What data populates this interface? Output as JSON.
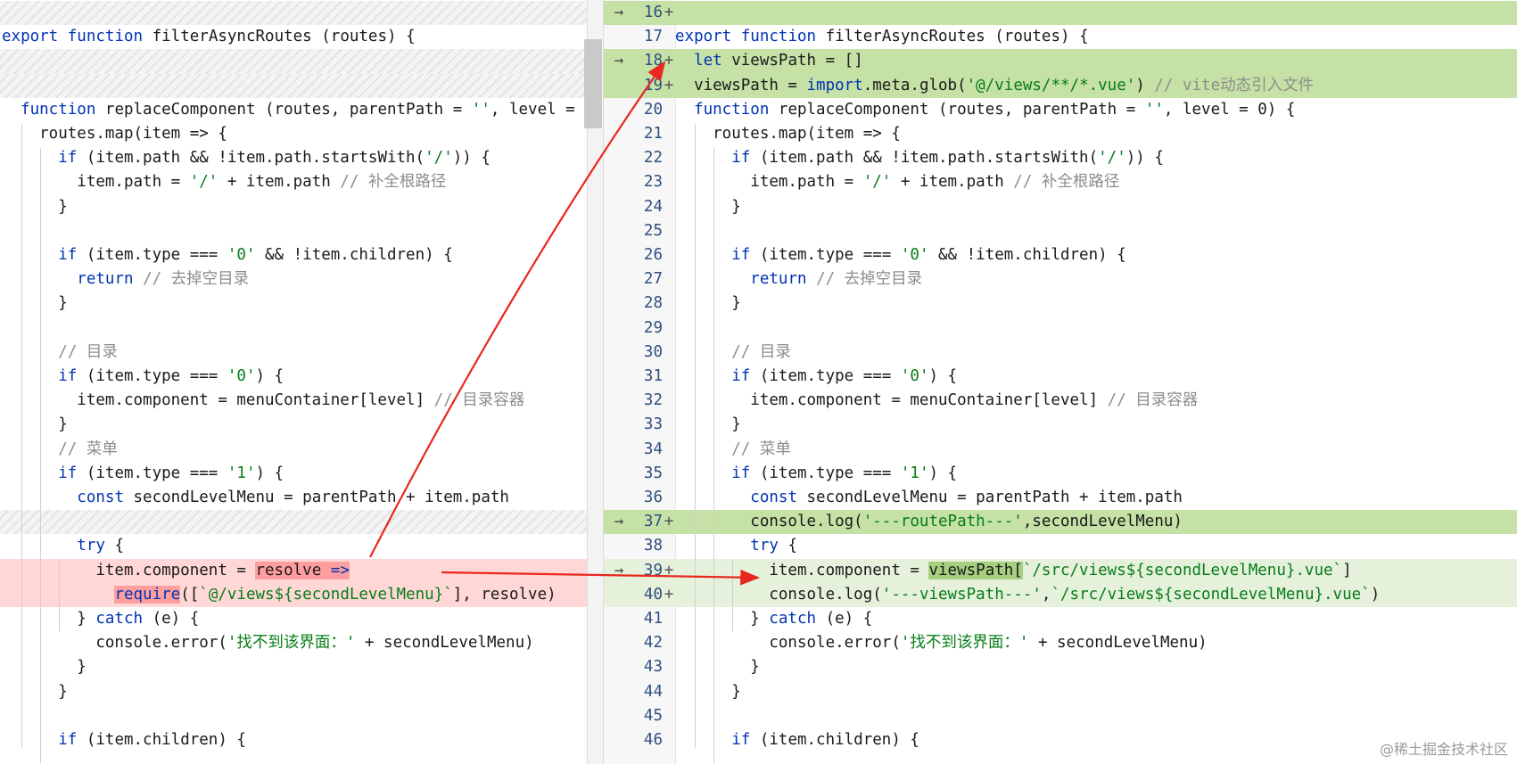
{
  "left": {
    "lines": [
      {
        "kind": "hatch",
        "code": ""
      },
      {
        "kind": "plain",
        "code": "export function filterAsyncRoutes (routes) {"
      },
      {
        "kind": "hatch",
        "code": ""
      },
      {
        "kind": "hatch",
        "code": ""
      },
      {
        "kind": "plain",
        "code": "  function replaceComponent (routes, parentPath = '', level ="
      },
      {
        "kind": "plain",
        "code": "    routes.map(item => {"
      },
      {
        "kind": "plain",
        "code": "      if (item.path && !item.path.startsWith('/')) {"
      },
      {
        "kind": "plain",
        "code": "        item.path = '/' + item.path // 补全根路径"
      },
      {
        "kind": "plain",
        "code": "      }"
      },
      {
        "kind": "plain",
        "code": ""
      },
      {
        "kind": "plain",
        "code": "      if (item.type === '0' && !item.children) {"
      },
      {
        "kind": "plain",
        "code": "        return // 去掉空目录"
      },
      {
        "kind": "plain",
        "code": "      }"
      },
      {
        "kind": "plain",
        "code": ""
      },
      {
        "kind": "plain",
        "code": "      // 目录"
      },
      {
        "kind": "plain",
        "code": "      if (item.type === '0') {"
      },
      {
        "kind": "plain",
        "code": "        item.component = menuContainer[level] // 目录容器"
      },
      {
        "kind": "plain",
        "code": "      }"
      },
      {
        "kind": "plain",
        "code": "      // 菜单"
      },
      {
        "kind": "plain",
        "code": "      if (item.type === '1') {"
      },
      {
        "kind": "plain",
        "code": "        const secondLevelMenu = parentPath + item.path"
      },
      {
        "kind": "hatch",
        "code": ""
      },
      {
        "kind": "plain",
        "code": "        try {"
      },
      {
        "kind": "del",
        "code": "          item.component = resolve =>"
      },
      {
        "kind": "del",
        "code": "            require([`@/views${secondLevelMenu}`], resolve)"
      },
      {
        "kind": "plain",
        "code": "        } catch (e) {"
      },
      {
        "kind": "plain",
        "code": "          console.error('找不到该界面：' + secondLevelMenu)"
      },
      {
        "kind": "plain",
        "code": "        }"
      },
      {
        "kind": "plain",
        "code": "      }"
      },
      {
        "kind": "plain",
        "code": ""
      },
      {
        "kind": "plain",
        "code": "      if (item.children) {"
      }
    ]
  },
  "right": {
    "lines": [
      {
        "kind": "add",
        "num": "16",
        "marker": "→",
        "plus": "+",
        "code": ""
      },
      {
        "kind": "plain",
        "num": "17",
        "marker": "",
        "plus": "",
        "code": "export function filterAsyncRoutes (routes) {"
      },
      {
        "kind": "add",
        "num": "18",
        "marker": "→",
        "plus": "+",
        "code": "  let viewsPath = []"
      },
      {
        "kind": "add",
        "num": "19",
        "marker": "",
        "plus": "+",
        "code": "  viewsPath = import.meta.glob('@/views/**/*.vue') // vite动态引入文件"
      },
      {
        "kind": "plain",
        "num": "20",
        "marker": "",
        "plus": "",
        "code": "  function replaceComponent (routes, parentPath = '', level = 0) {"
      },
      {
        "kind": "plain",
        "num": "21",
        "marker": "",
        "plus": "",
        "code": "    routes.map(item => {"
      },
      {
        "kind": "plain",
        "num": "22",
        "marker": "",
        "plus": "",
        "code": "      if (item.path && !item.path.startsWith('/')) {"
      },
      {
        "kind": "plain",
        "num": "23",
        "marker": "",
        "plus": "",
        "code": "        item.path = '/' + item.path // 补全根路径"
      },
      {
        "kind": "plain",
        "num": "24",
        "marker": "",
        "plus": "",
        "code": "      }"
      },
      {
        "kind": "plain",
        "num": "25",
        "marker": "",
        "plus": "",
        "code": ""
      },
      {
        "kind": "plain",
        "num": "26",
        "marker": "",
        "plus": "",
        "code": "      if (item.type === '0' && !item.children) {"
      },
      {
        "kind": "plain",
        "num": "27",
        "marker": "",
        "plus": "",
        "code": "        return // 去掉空目录"
      },
      {
        "kind": "plain",
        "num": "28",
        "marker": "",
        "plus": "",
        "code": "      }"
      },
      {
        "kind": "plain",
        "num": "29",
        "marker": "",
        "plus": "",
        "code": ""
      },
      {
        "kind": "plain",
        "num": "30",
        "marker": "",
        "plus": "",
        "code": "      // 目录"
      },
      {
        "kind": "plain",
        "num": "31",
        "marker": "",
        "plus": "",
        "code": "      if (item.type === '0') {"
      },
      {
        "kind": "plain",
        "num": "32",
        "marker": "",
        "plus": "",
        "code": "        item.component = menuContainer[level] // 目录容器"
      },
      {
        "kind": "plain",
        "num": "33",
        "marker": "",
        "plus": "",
        "code": "      }"
      },
      {
        "kind": "plain",
        "num": "34",
        "marker": "",
        "plus": "",
        "code": "      // 菜单"
      },
      {
        "kind": "plain",
        "num": "35",
        "marker": "",
        "plus": "",
        "code": "      if (item.type === '1') {"
      },
      {
        "kind": "plain",
        "num": "36",
        "marker": "",
        "plus": "",
        "code": "        const secondLevelMenu = parentPath + item.path"
      },
      {
        "kind": "add",
        "num": "37",
        "marker": "→",
        "plus": "+",
        "code": "        console.log('---routePath---',secondLevelMenu)"
      },
      {
        "kind": "plain",
        "num": "38",
        "marker": "",
        "plus": "",
        "code": "        try {"
      },
      {
        "kind": "chg",
        "num": "39",
        "marker": "→",
        "plus": "+",
        "code": "          item.component = viewsPath[`/src/views${secondLevelMenu}.vue`]"
      },
      {
        "kind": "chg",
        "num": "40",
        "marker": "",
        "plus": "+",
        "code": "          console.log('---viewsPath---',`/src/views${secondLevelMenu}.vue`)"
      },
      {
        "kind": "plain",
        "num": "41",
        "marker": "",
        "plus": "",
        "code": "        } catch (e) {"
      },
      {
        "kind": "plain",
        "num": "42",
        "marker": "",
        "plus": "",
        "code": "          console.error('找不到该界面：' + secondLevelMenu)"
      },
      {
        "kind": "plain",
        "num": "43",
        "marker": "",
        "plus": "",
        "code": "        }"
      },
      {
        "kind": "plain",
        "num": "44",
        "marker": "",
        "plus": "",
        "code": "      }"
      },
      {
        "kind": "plain",
        "num": "45",
        "marker": "",
        "plus": "",
        "code": ""
      },
      {
        "kind": "plain",
        "num": "46",
        "marker": "",
        "plus": "",
        "code": "      if (item.children) {"
      }
    ]
  },
  "watermark": "@稀土掘金技术社区",
  "colors": {
    "added_line": "#c5e1a5",
    "changed_line": "#e6f1dc",
    "deleted_line": "#ffd7d7",
    "arrow": "#e8281e",
    "keyword": "#0033b3",
    "string": "#067d17",
    "comment": "#8c8c8c"
  }
}
